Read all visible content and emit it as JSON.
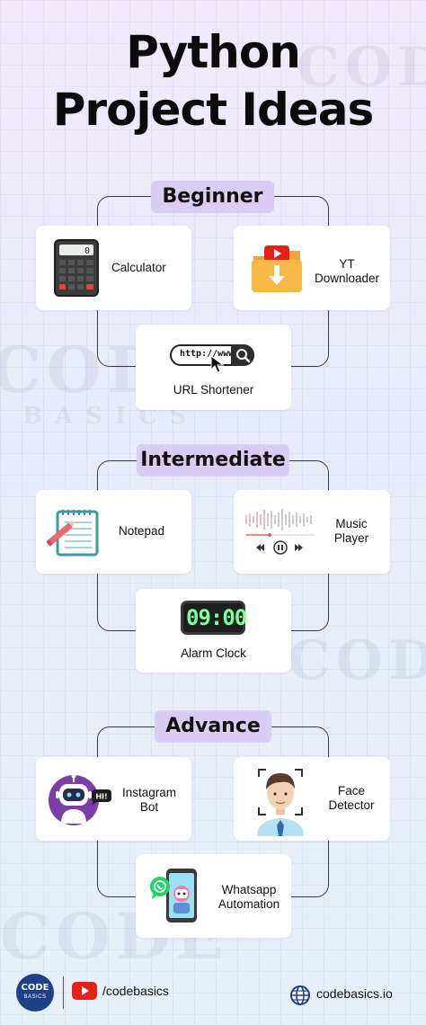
{
  "title_line1": "Python",
  "title_line2": "Project Ideas",
  "sections": {
    "beginner": {
      "label": "Beginner",
      "projects": {
        "calculator": "Calculator",
        "yt_downloader": "YT\nDownloader",
        "url_shortener": "URL Shortener",
        "url_text": "http://www"
      }
    },
    "intermediate": {
      "label": "Intermediate",
      "projects": {
        "notepad": "Notepad",
        "music_player": "Music\nPlayer",
        "alarm_clock": "Alarm Clock",
        "clock_display": "09:00"
      }
    },
    "advance": {
      "label": "Advance",
      "projects": {
        "instagram_bot": "Instagram\nBot",
        "bot_bubble": "HI!",
        "face_detector": "Face\nDetector",
        "whatsapp": "Whatsapp\nAutomation"
      }
    }
  },
  "footer": {
    "logo_top": "CODE",
    "logo_bottom": "BASICS",
    "youtube_handle": "/codebasics",
    "website": "codebasics.io"
  },
  "watermark": {
    "big": "CODE",
    "small": "BASICS"
  },
  "colors": {
    "pill": "#d9cdf3",
    "youtube": "#e62117",
    "clock_digits": "#7dff9a"
  }
}
